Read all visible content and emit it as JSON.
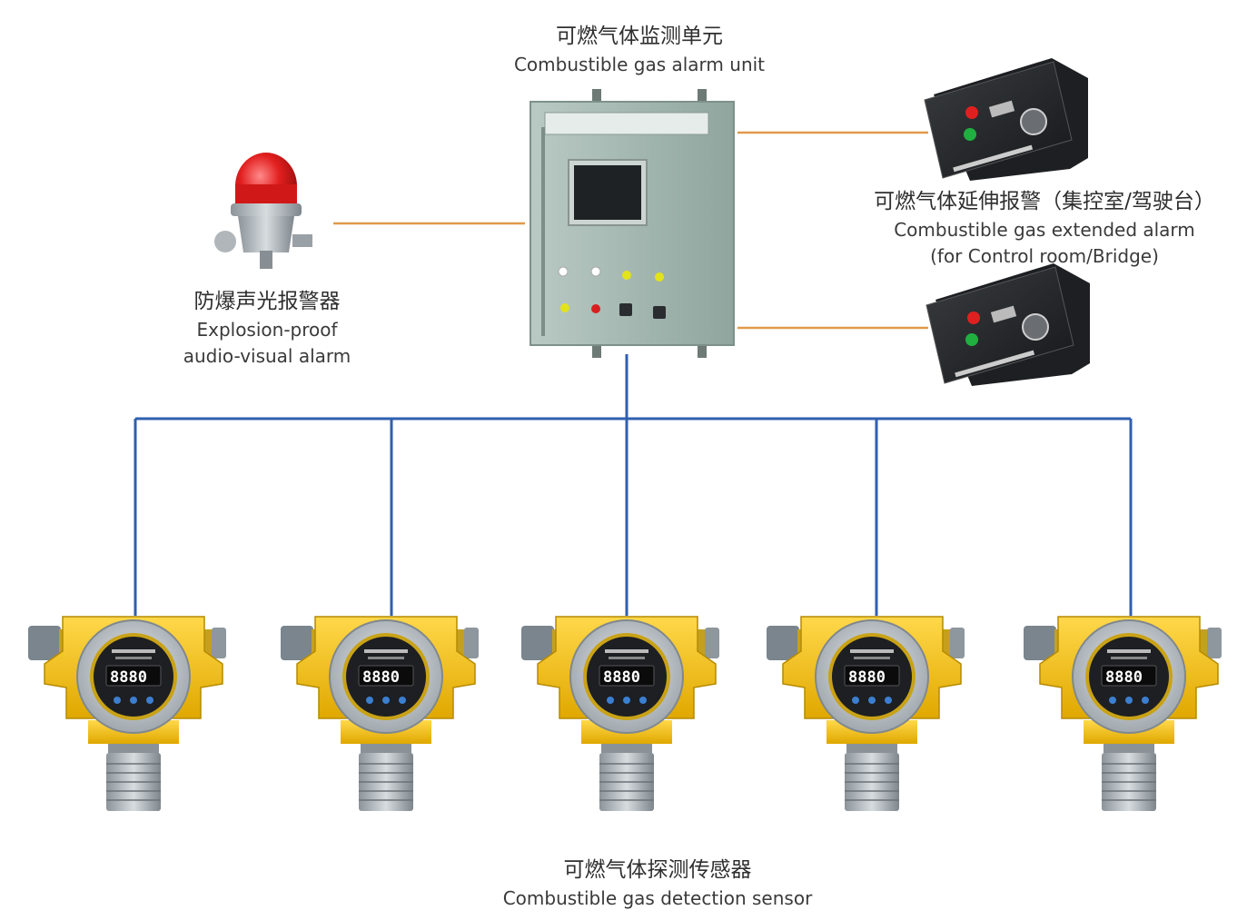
{
  "labels": {
    "control_unit": {
      "zh": "可燃气体监测单元",
      "en": "Combustible gas alarm unit"
    },
    "extended_alarm": {
      "zh": "可燃气体延伸报警（集控室/驾驶台）",
      "en": "Combustible gas extended alarm",
      "en2": "(for Control room/Bridge)"
    },
    "beacon": {
      "zh": "防爆声光报警器",
      "en": "Explosion-proof",
      "en2": "audio-visual alarm"
    },
    "sensors": {
      "zh": "可燃气体探测传感器",
      "en": "Combustible gas detection sensor"
    }
  },
  "sensor_readout": "8880",
  "sensor_count": 5,
  "colors": {
    "bus_line": "#2f5fb0",
    "link_line": "#e09a4a",
    "cabinet": "#9fb5ad",
    "sensor_body": "#f0c020",
    "beacon_dome": "#d81e1e"
  }
}
